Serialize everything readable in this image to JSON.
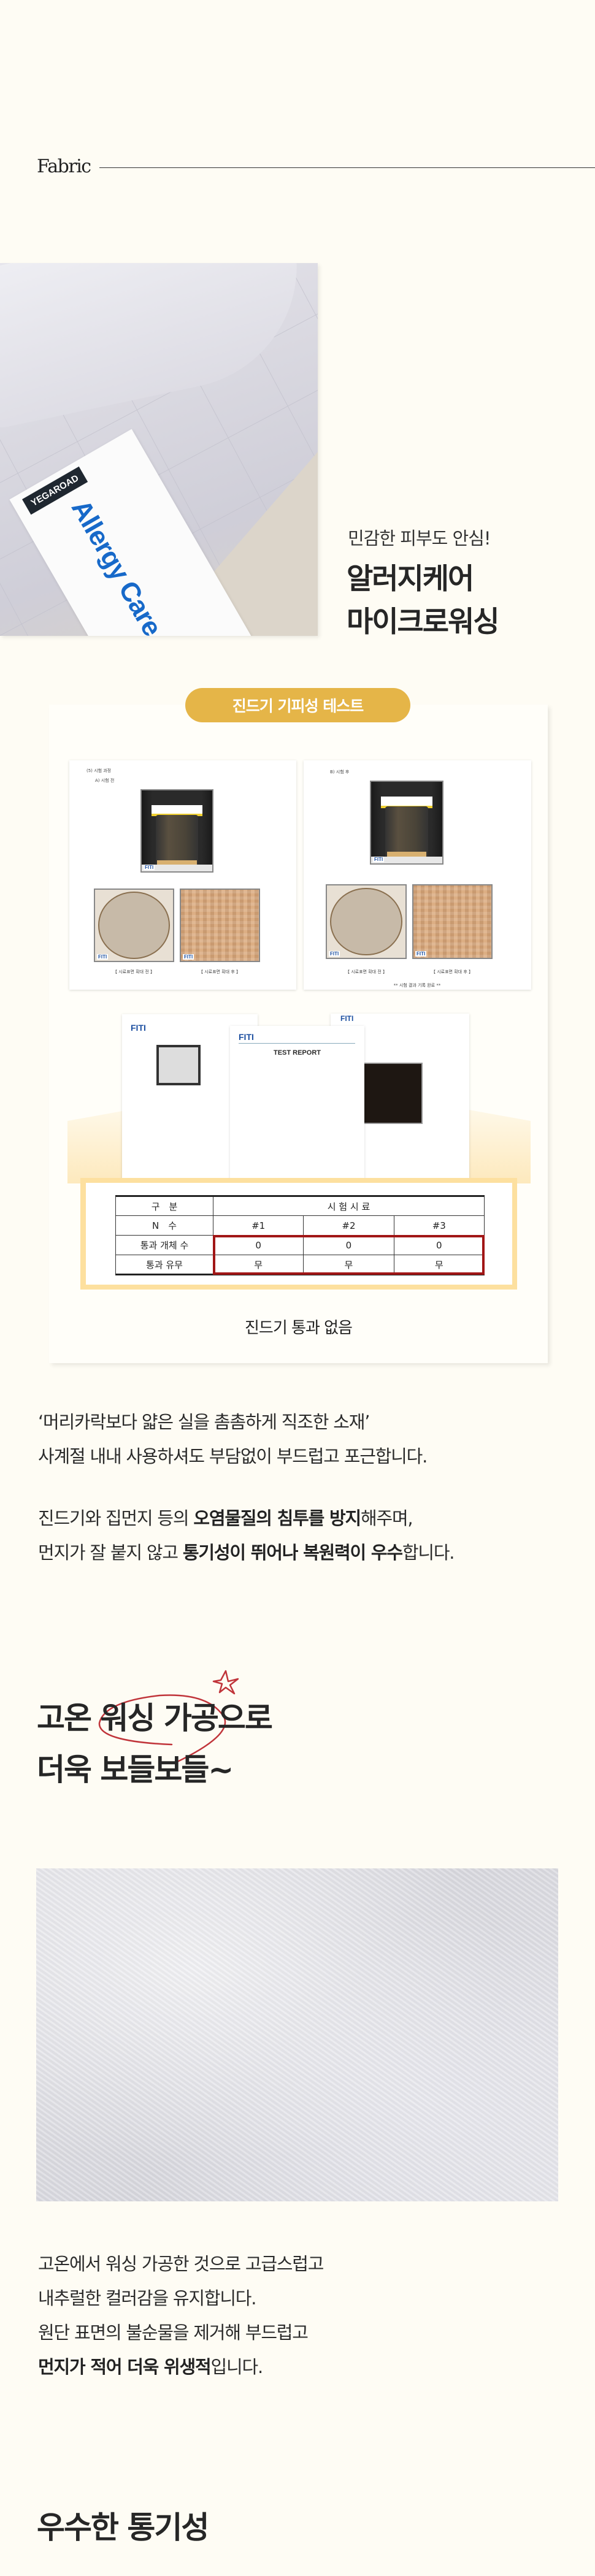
{
  "section_label": "Fabric",
  "hero": {
    "tag_brand": "YEGAROAD",
    "tag_text": "Allergy Care",
    "subtitle": "민감한 피부도 안심!",
    "title_lines": [
      "알러지케어",
      "마이크로워싱"
    ]
  },
  "test": {
    "badge": "진드기 기피성 테스트",
    "doc_left": {
      "heading": "(5) 시험 과정",
      "subheading": "A) 시험 전",
      "captions": [
        "【 시료표면 확대 전 】",
        "【 시료표면 확대 후 】"
      ]
    },
    "doc_right": {
      "heading": "B) 시험 후",
      "captions": [
        "【 시료표면 확대 전 】",
        "【 시료표면 확대 후 】"
      ],
      "footer": "** 시험 결과 기록 완료 **"
    },
    "lab_logo": "FITI",
    "report_title": "TEST REPORT",
    "table": {
      "rows": [
        [
          "구　분",
          "시 험 시 료"
        ],
        [
          "N　수",
          "#1",
          "#2",
          "#3"
        ],
        [
          "통과 개체 수",
          "0",
          "0",
          "0"
        ],
        [
          "통과 유무",
          "무",
          "무",
          "무"
        ]
      ]
    },
    "caption": "진드기 통과 없음",
    "highlight_color": "#a11616",
    "badge_color": "#e5b548"
  },
  "desc1": {
    "lines": [
      "‘머리카락보다 얇은 실을 촘촘하게 직조한 소재’",
      "사계절 내내 사용하셔도 부담없이 부드럽고 포근합니다."
    ],
    "line3": {
      "pre": "진드기와 집먼지 등의 ",
      "bold1": "오염물질의 침투를 방지",
      "post": "해주며,"
    },
    "line4": {
      "pre": "먼지가 잘 붙지 않고 ",
      "bold1": "통기성이 뛰어나 복원력이 우수",
      "post": "합니다."
    }
  },
  "washing": {
    "title_lines": [
      "고온 워싱 가공으로",
      "더욱 보들보들~"
    ],
    "lines": [
      "고온에서 워싱 가공한 것으로 고급스럽고",
      "내추럴한 컬러감을 유지합니다.",
      "원단 표면의 불순물을 제거해 부드럽고"
    ],
    "last": {
      "bold": "먼지가 적어 더욱 위생적",
      "post": "입니다."
    }
  },
  "breath": {
    "title": "우수한 통기성"
  }
}
